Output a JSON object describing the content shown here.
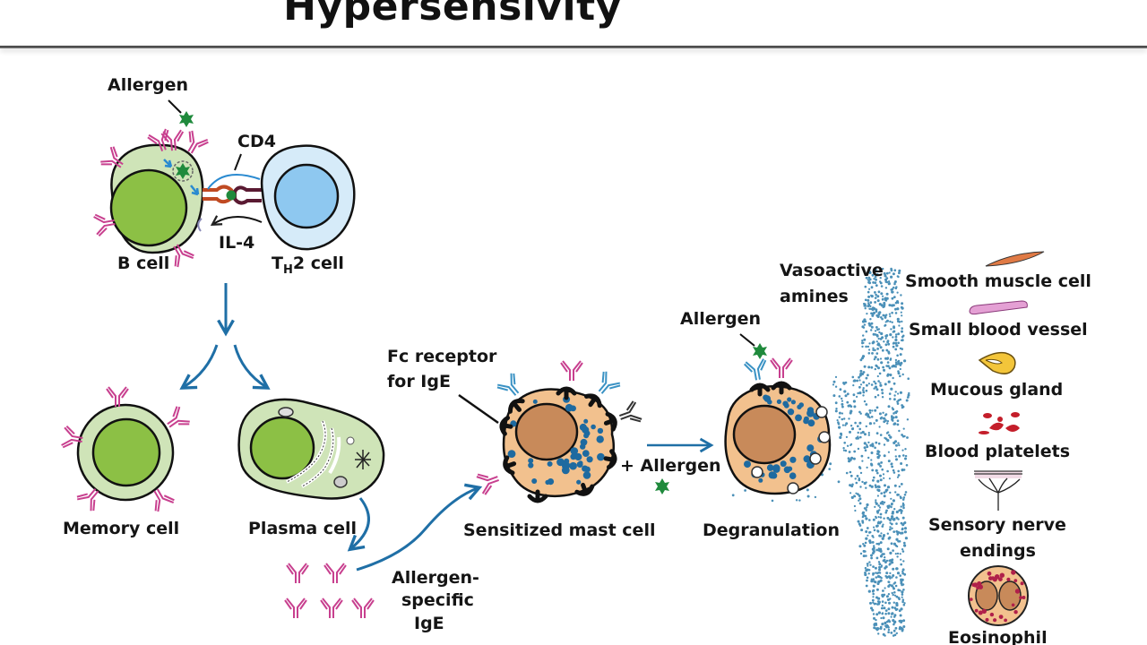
{
  "slide": {
    "title": "Hypersensivity"
  },
  "labels": {
    "allergen_top": "Allergen",
    "cd4": "CD4",
    "il4": "IL-4",
    "b_cell": "B cell",
    "th2_cell_t": "T",
    "th2_cell_sub": "H",
    "th2_cell_rest": "2 cell",
    "memory_cell": "Memory cell",
    "plasma_cell": "Plasma cell",
    "allergen_specific_ige_line1": "Allergen-",
    "allergen_specific_ige_line2": "specific",
    "allergen_specific_ige_line3": "IgE",
    "fc_receptor_line1": "Fc receptor",
    "fc_receptor_line2": "for IgE",
    "sensitized_mast_cell": "Sensitized mast cell",
    "plus_allergen": "+ Allergen",
    "allergen_degran": "Allergen",
    "degranulation": "Degranulation",
    "vasoactive_line1": "Vasoactive",
    "vasoactive_line2": "amines"
  },
  "targets": [
    {
      "icon": "smooth-muscle-cell-icon",
      "label": "Smooth muscle cell"
    },
    {
      "icon": "small-blood-vessel-icon",
      "label": "Small blood vessel"
    },
    {
      "icon": "mucous-gland-icon",
      "label": "Mucous gland"
    },
    {
      "icon": "blood-platelets-icon",
      "label": "Blood platelets"
    },
    {
      "icon": "sensory-nerve-endings-icon",
      "label_line1": "Sensory nerve",
      "label_line2": "endings"
    },
    {
      "icon": "eosinophil-icon",
      "label": "Eosinophil"
    }
  ],
  "colors": {
    "arrow_blue": "#1f6fa6",
    "antibody_magenta": "#c8408f",
    "antibody_blue": "#3a92c4",
    "allergen_green": "#1f8a3c",
    "b_cell_cytoplasm": "#cfe4b8",
    "b_cell_nucleus": "#8cc045",
    "th2_cytoplasm": "#d6ebf9",
    "th2_nucleus": "#8ec8f0",
    "mast_cytoplasm": "#f2c18e",
    "mast_nucleus": "#c88a5a",
    "granule_blue": "#1e6aa0",
    "amine_dots": "#4b90b8"
  }
}
